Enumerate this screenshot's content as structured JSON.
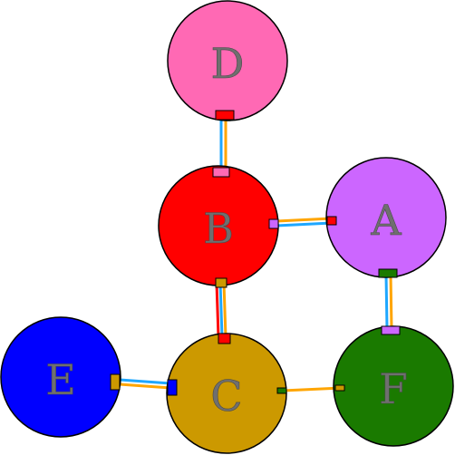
{
  "nodes": [
    {
      "id": "D",
      "label": "D",
      "color": "#ff69b4"
    },
    {
      "id": "B",
      "label": "B",
      "color": "#ff0000"
    },
    {
      "id": "A",
      "label": "A",
      "color": "#cc66ff"
    },
    {
      "id": "E",
      "label": "E",
      "color": "#0000ff"
    },
    {
      "id": "C",
      "label": "C",
      "color": "#cc9900"
    },
    {
      "id": "F",
      "label": "F",
      "color": "#1a7a00"
    }
  ],
  "edges": [
    {
      "from": "D",
      "to": "B",
      "colors": [
        "#1ea7ff",
        "#ffa500"
      ]
    },
    {
      "from": "B",
      "to": "A",
      "colors": [
        "#1ea7ff",
        "#ffa500"
      ]
    },
    {
      "from": "B",
      "to": "C",
      "colors": [
        "#ff0000",
        "#1ea7ff",
        "#ffa500"
      ]
    },
    {
      "from": "A",
      "to": "F",
      "colors": [
        "#1ea7ff",
        "#ffa500"
      ]
    },
    {
      "from": "E",
      "to": "C",
      "colors": [
        "#1ea7ff",
        "#ffa500"
      ]
    },
    {
      "from": "C",
      "to": "F",
      "colors": [
        "#ffa500"
      ]
    }
  ]
}
